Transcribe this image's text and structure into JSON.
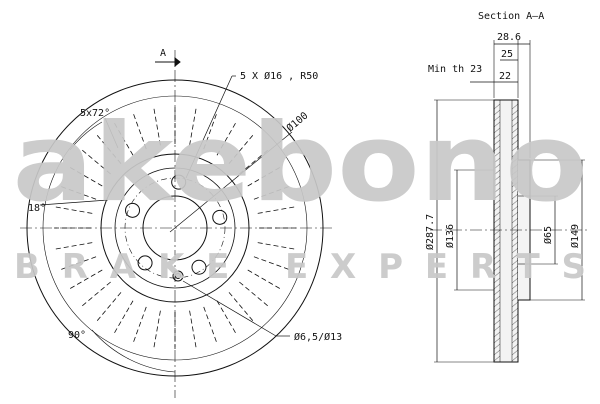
{
  "brand": {
    "logo_text": "akebono",
    "tagline": "BRAKE EXPERTS",
    "logo_color": "#c8c8c8"
  },
  "front_view": {
    "section_marker": "A",
    "bolt_callout": "5 X Ø16 , R50",
    "bolt_pattern": "5x72°",
    "pcd": "Ø100",
    "angle_small": "18°",
    "angle_right": "90°",
    "small_hole": "Ø6,5/Ø13",
    "vane_count": 36,
    "bolt_holes": 5
  },
  "section_view": {
    "title": "Section A–A",
    "thickness_total": "28.6",
    "thickness_mid": "25",
    "min_thickness_label": "Min th 23",
    "hat_width": "22",
    "outer_diameter": "Ø287.7",
    "inner_diameter": "Ø136",
    "center_bore": "Ø65",
    "hat_diameter": "Ø149"
  },
  "colors": {
    "line": "#111111",
    "watermark": "#c8c8c8"
  }
}
